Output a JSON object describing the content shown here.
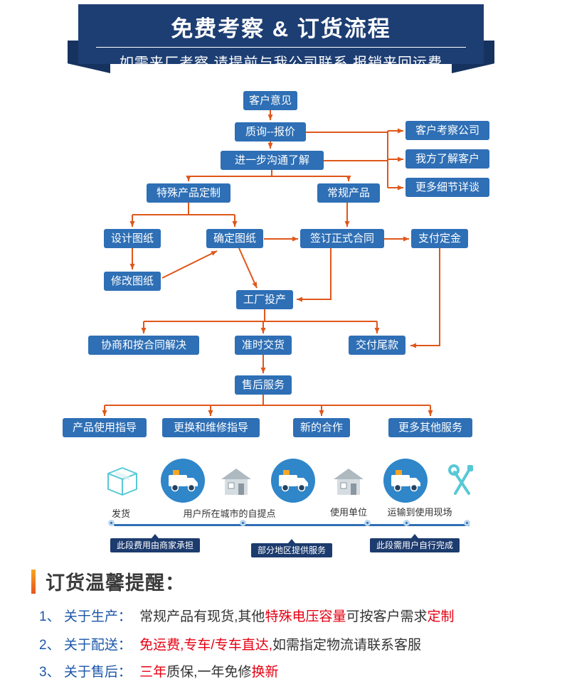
{
  "header": {
    "title": "免费考察 & 订货流程",
    "subtitle": "如需来厂考察,请提前与我公司联系,报销来回运费"
  },
  "flow": {
    "nodes": [
      {
        "label": "客户意见"
      },
      {
        "label": "质询--报价"
      },
      {
        "label": "进一步沟通了解"
      },
      {
        "label": "客户考察公司"
      },
      {
        "label": "我方了解客户"
      },
      {
        "label": "更多细节详谈"
      },
      {
        "label": "特殊产品定制"
      },
      {
        "label": "常规产品"
      },
      {
        "label": "设计图纸"
      },
      {
        "label": "确定图纸"
      },
      {
        "label": "签订正式合同"
      },
      {
        "label": "支付定金"
      },
      {
        "label": "修改图纸"
      },
      {
        "label": "工厂投产"
      },
      {
        "label": "协商和按合同解决"
      },
      {
        "label": "准时交货"
      },
      {
        "label": "交付尾款"
      },
      {
        "label": "售后服务"
      },
      {
        "label": "产品使用指导"
      },
      {
        "label": "更换和维修指导"
      },
      {
        "label": "新的合作"
      },
      {
        "label": "更多其他服务"
      }
    ]
  },
  "logistics": {
    "labels": [
      {
        "text": "发货"
      },
      {
        "text": "用户所在城市的自提点"
      },
      {
        "text": "使用单位"
      },
      {
        "text": "运输到使用现场"
      }
    ],
    "timeline": [
      {
        "text": "此段费用由商家承担"
      },
      {
        "text": "部分地区提供服务"
      },
      {
        "text": "此段需用户自行完成"
      }
    ]
  },
  "notes": {
    "heading": "订货温馨提醒：",
    "items": [
      {
        "num": "1、",
        "label": "关于生产：",
        "segments": [
          {
            "t": "常规产品有现货,其他",
            "c": "dark"
          },
          {
            "t": "特殊电压容量",
            "c": "red"
          },
          {
            "t": "可按客户需求",
            "c": "dark"
          },
          {
            "t": "定制",
            "c": "red"
          }
        ]
      },
      {
        "num": "2、",
        "label": "关于配送：",
        "segments": [
          {
            "t": "免运费,专车/专车直达,",
            "c": "red"
          },
          {
            "t": "如需指定物流请联系客服",
            "c": "dark"
          }
        ]
      },
      {
        "num": "3、",
        "label": "关于售后：",
        "segments": [
          {
            "t": "三年",
            "c": "red"
          },
          {
            "t": "质保,一年免修",
            "c": "dark"
          },
          {
            "t": "换新",
            "c": "red"
          }
        ]
      }
    ]
  },
  "colors": {
    "banner_blue": "#1d3e73",
    "box_blue": "#2e6fb5",
    "arrow_orange": "#e0571a",
    "accent_red": "#e60012",
    "note_blue": "#1a56a8",
    "teal_icon": "#57c8d6"
  }
}
